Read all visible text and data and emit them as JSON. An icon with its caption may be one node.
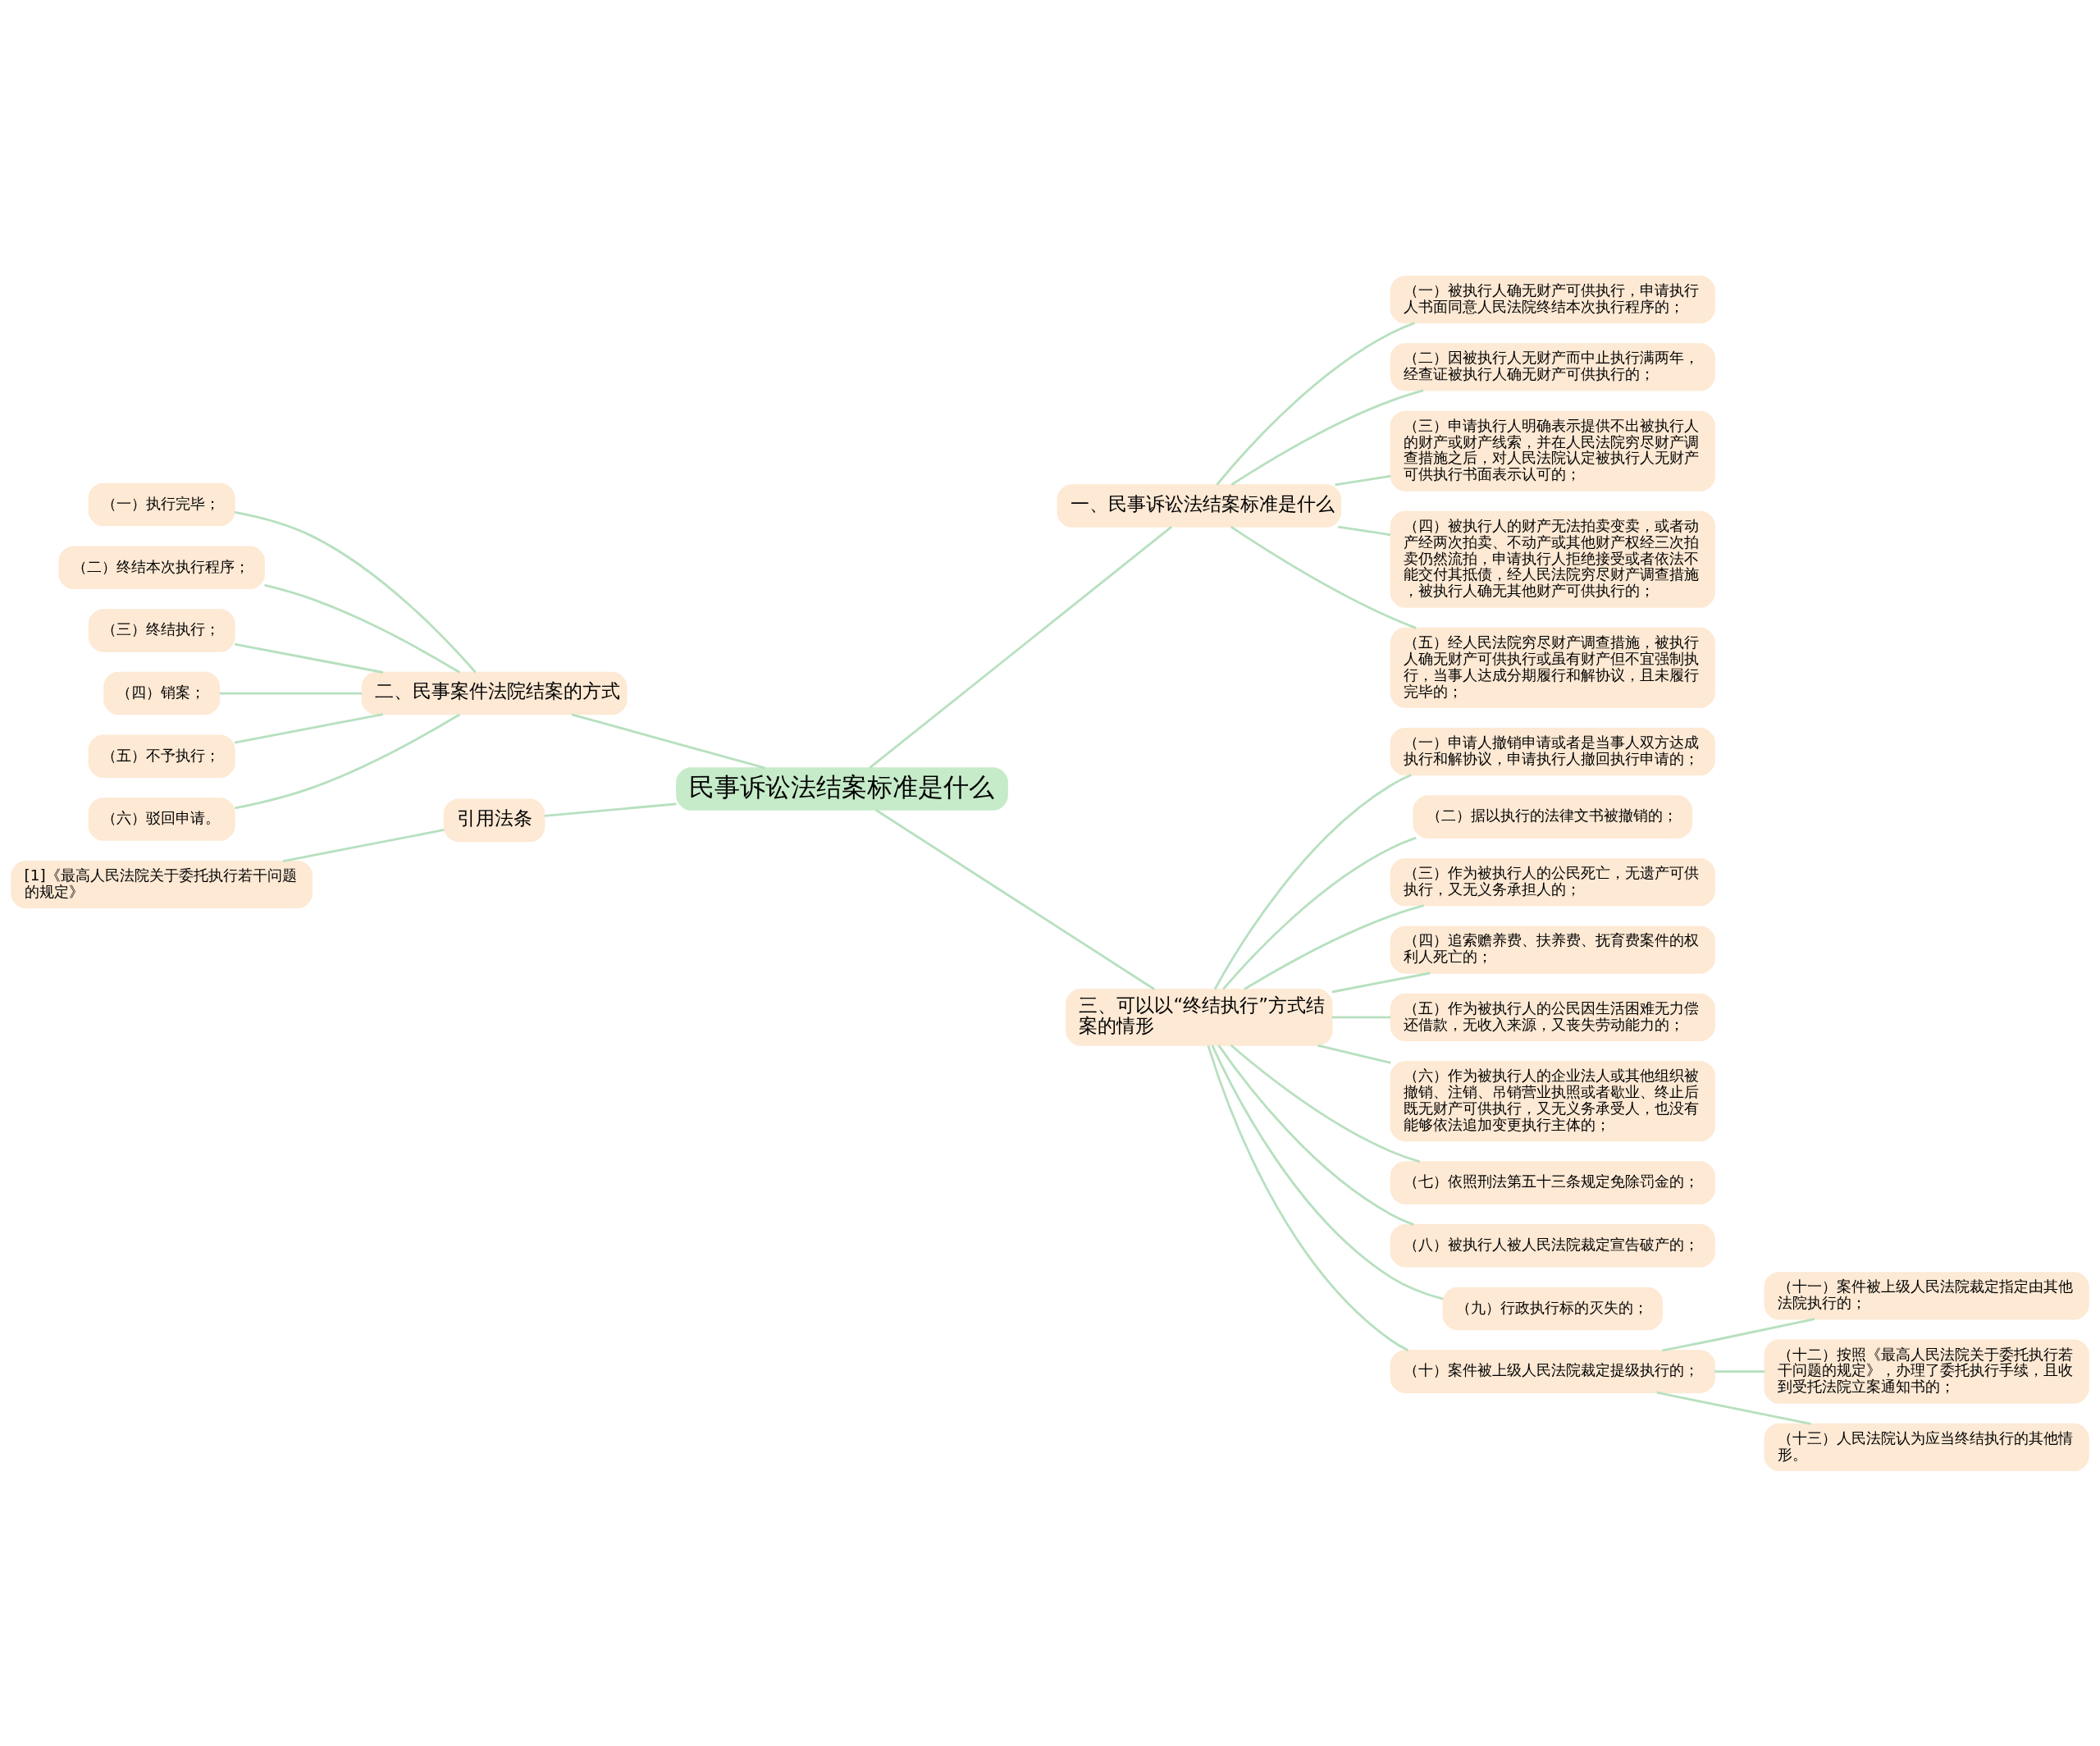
{
  "diagram": {
    "nodes": [
      {
        "text": [
          "民事诉讼法结案标准是什么"
        ]
      },
      {
        "text": [
          "一、民事诉讼法结案标准是什么"
        ]
      },
      {
        "text": [
          "（一）被执行人确无财产可供执行，申请执行人书面同意人民法院终结本次执行程序的；"
        ]
      },
      {
        "text": [
          "（二）因被执行人无财产而中止执行满两年，经查证被执行人确无财产可供执行的；"
        ]
      },
      {
        "text": [
          "（三）申请执行人明确表示提供不出被执行人的财产或财产线索，并在人民法院穷尽财产调查措施之后，对人民法院认定被执行人无财产可供执行书面表示认可的；"
        ]
      },
      {
        "text": [
          "（四）被执行人的财产无法拍卖变卖，或者动产经两次拍卖、不动产或其他财产权经三次拍卖仍然流拍，申请执行人拒绝接受或者依法不能交付其抵债，经人民法院穷尽财产调查措施，被执行人确无其他财产可供执行的；"
        ]
      },
      {
        "text": [
          "（五）经人民法院穷尽财产调查措施，被执行人确无财产可供执行或虽有财产但不宜强制执行，当事人达成分期履行和解协议，且未履行完毕的；"
        ]
      },
      {
        "text": [
          "二、民事案件法院结案的方式"
        ]
      },
      {
        "text": [
          "（一）执行完毕；"
        ]
      },
      {
        "text": [
          "（二）终结本次执行程序；"
        ]
      },
      {
        "text": [
          "（三）终结执行；"
        ]
      },
      {
        "text": [
          "（四）销案；"
        ]
      },
      {
        "text": [
          "（五）不予执行；"
        ]
      },
      {
        "text": [
          "（六）驳回申请。"
        ]
      },
      {
        "text": [
          "引用法条"
        ]
      },
      {
        "text": [
          "[1]《最高人民法院关于委托执行若干问题的规定》"
        ]
      },
      {
        "text": [
          "三、可以以“终结执行”方式结案的情形"
        ]
      },
      {
        "text": [
          "（一）申请人撤销申请或者是当事人双方达成执行和解协议，申请执行人撤回执行申请的；"
        ]
      },
      {
        "text": [
          "（二）据以执行的法律文书被撤销的；"
        ]
      },
      {
        "text": [
          "（三）作为被执行人的公民死亡，无遗产可供执行，又无义务承担人的；"
        ]
      },
      {
        "text": [
          "（四）追索赡养费、扶养费、抚育费案件的权利人死亡的；"
        ]
      },
      {
        "text": [
          "（五）作为被执行人的公民因生活困难无力偿还借款，无收入来源，又丧失劳动能力的；"
        ]
      },
      {
        "text": [
          "（六）作为被执行人的企业法人或其他组织被撤销、注销、吊销营业执照或者歇业、终止后既无财产可供执行，又无义务承受人，也没有能够依法追加变更执行主体的；"
        ]
      },
      {
        "text": [
          "（七）依照刑法第五十三条规定免除罚金的；"
        ]
      },
      {
        "text": [
          "（八）被执行人被人民法院裁定宣告破产的；"
        ]
      },
      {
        "text": [
          "（九）行政执行标的灭失的；"
        ]
      },
      {
        "text": [
          "（十）案件被上级人民法院裁定提级执行的；"
        ]
      },
      {
        "text": [
          "（十一）案件被上级人民法院裁定指定由其他法院执行的；"
        ]
      },
      {
        "text": [
          "（十二）按照《最高人民法院关于委托执行若干问题的规定》，办理了委托执行手续，且收到受托法院立案通知书的；"
        ]
      },
      {
        "text": [
          "（十三）人民法院认为应当终结执行的其他情形。"
        ]
      }
    ],
    "edges": [
      {
        "from": 0,
        "to": 1,
        "arrow": "none"
      },
      {
        "from": 1,
        "to": 2,
        "arrow": "none"
      },
      {
        "from": 1,
        "to": 3,
        "arrow": "none"
      },
      {
        "from": 1,
        "to": 4,
        "arrow": "none"
      },
      {
        "from": 1,
        "to": 5,
        "arrow": "none"
      },
      {
        "from": 1,
        "to": 6,
        "arrow": "none"
      },
      {
        "from": 0,
        "to": 7,
        "arrow": "none"
      },
      {
        "from": 7,
        "to": 8,
        "arrow": "none"
      },
      {
        "from": 7,
        "to": 9,
        "arrow": "none"
      },
      {
        "from": 7,
        "to": 10,
        "arrow": "none"
      },
      {
        "from": 7,
        "to": 11,
        "arrow": "none"
      },
      {
        "from": 7,
        "to": 12,
        "arrow": "none"
      },
      {
        "from": 7,
        "to": 13,
        "arrow": "none"
      },
      {
        "from": 0,
        "to": 14,
        "arrow": "none"
      },
      {
        "from": 14,
        "to": 15,
        "arrow": "none"
      },
      {
        "from": 0,
        "to": 16,
        "arrow": "none"
      },
      {
        "from": 16,
        "to": 17,
        "arrow": "none"
      },
      {
        "from": 16,
        "to": 18,
        "arrow": "none"
      },
      {
        "from": 16,
        "to": 19,
        "arrow": "none"
      },
      {
        "from": 16,
        "to": 20,
        "arrow": "none"
      },
      {
        "from": 16,
        "to": 21,
        "arrow": "none"
      },
      {
        "from": 16,
        "to": 22,
        "arrow": "none"
      },
      {
        "from": 16,
        "to": 23,
        "arrow": "none"
      },
      {
        "from": 16,
        "to": 24,
        "arrow": "none"
      },
      {
        "from": 16,
        "to": 25,
        "arrow": "none"
      },
      {
        "from": 16,
        "to": 26,
        "arrow": "none"
      },
      {
        "from": 26,
        "to": 27,
        "arrow": "none"
      },
      {
        "from": 26,
        "to": 28,
        "arrow": "none"
      },
      {
        "from": 26,
        "to": 29,
        "arrow": "none"
      }
    ]
  }
}
